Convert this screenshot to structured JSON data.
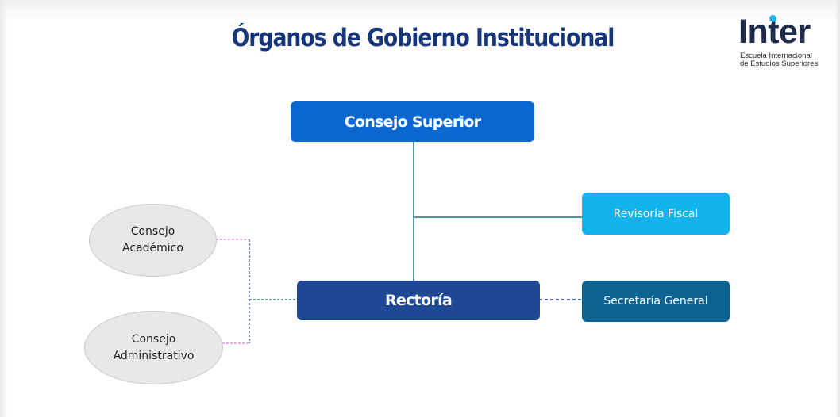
{
  "title": "Órganos de Gobierno Institucional",
  "logo": {
    "name": "Inter",
    "subtitle_line1": "Escuela Internacional",
    "subtitle_line2": "de Estudios Superiores"
  },
  "nodes": {
    "consejo_superior": "Consejo Superior",
    "rectoria": "Rectoría",
    "revisoria_fiscal": "Revisoría Fiscal",
    "secretaria_general": "Secretaría General",
    "consejo_academico": [
      "Consejo",
      "Académico"
    ],
    "consejo_administrativo": [
      "Consejo",
      "Administrativo"
    ]
  },
  "colors": {
    "title": "#17367a",
    "consejo_superior": "#0c66cf",
    "rectoria": "#1f4894",
    "revisoria_fiscal": "#13b3ec",
    "secretaria_general": "#0b6394",
    "connector_solid": "#1f6f80",
    "connector_dashed": "#1f4894",
    "connector_pink": "#e07fd5",
    "ellipse_fill": "#e8e8e8"
  }
}
